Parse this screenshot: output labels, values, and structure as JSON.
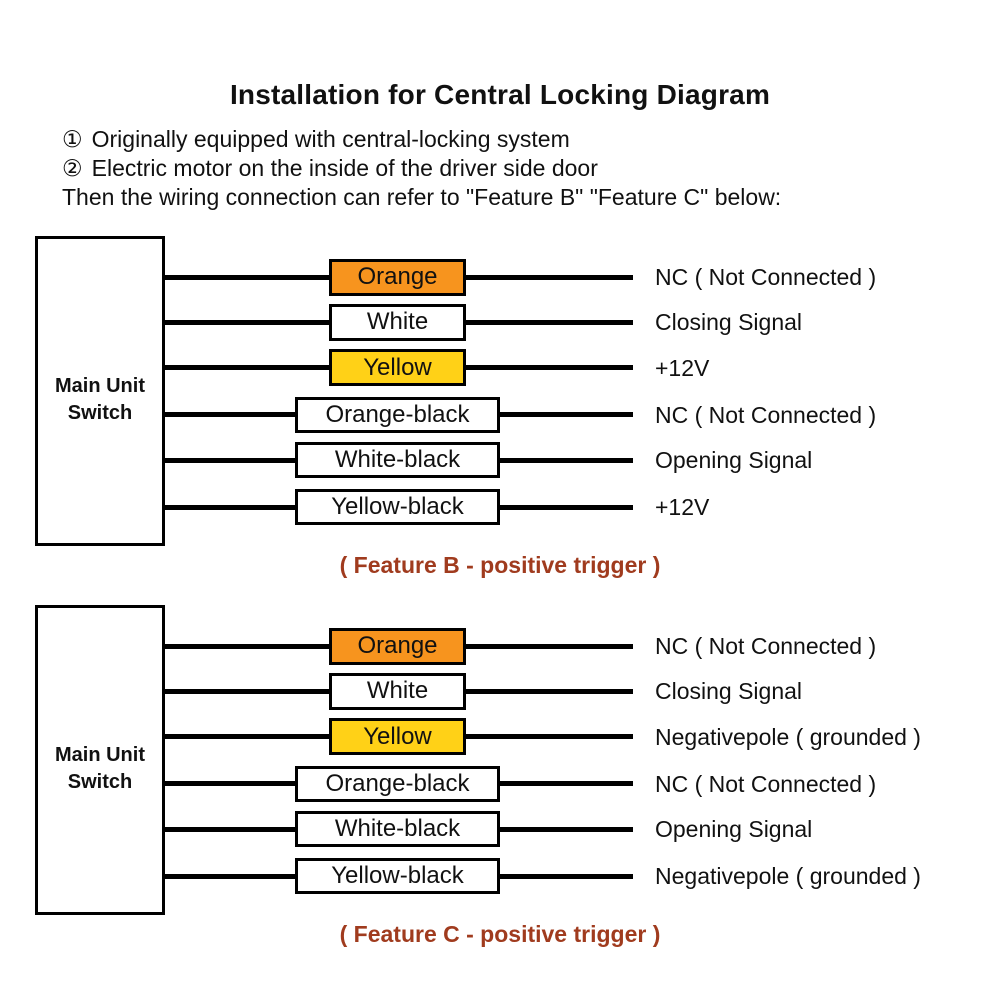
{
  "title": "Installation for Central Locking Diagram",
  "notes": [
    {
      "bullet": "①",
      "text": "Originally equipped with central-locking system"
    },
    {
      "bullet": "②",
      "text": "Electric motor on the inside of the driver side door"
    }
  ],
  "note_footer": "Then the wiring connection can refer to \"Feature B\" \"Feature C\" below:",
  "colors": {
    "orange": "#F7941E",
    "yellow": "#FFD117",
    "white": "#FFFFFF",
    "wire": "#000000",
    "caption": "#A03B1E"
  },
  "sections": [
    {
      "id": "feature-b",
      "source_label_lines": [
        "Main Unit",
        "Switch"
      ],
      "caption": "( Feature B - positive trigger )",
      "rows": [
        {
          "wire": "Orange",
          "fill": "#F7941E",
          "desc": "NC ( Not Connected )"
        },
        {
          "wire": "White",
          "fill": "#FFFFFF",
          "desc": "Closing Signal"
        },
        {
          "wire": "Yellow",
          "fill": "#FFD117",
          "desc": "+12V"
        },
        {
          "wire": "Orange-black",
          "fill": "#FFFFFF",
          "desc": "NC ( Not Connected )"
        },
        {
          "wire": "White-black",
          "fill": "#FFFFFF",
          "desc": "Opening Signal"
        },
        {
          "wire": "Yellow-black",
          "fill": "#FFFFFF",
          "desc": "+12V"
        }
      ]
    },
    {
      "id": "feature-c",
      "source_label_lines": [
        "Main Unit",
        "Switch"
      ],
      "caption": "( Feature C - positive trigger )",
      "rows": [
        {
          "wire": "Orange",
          "fill": "#F7941E",
          "desc": "NC ( Not Connected )"
        },
        {
          "wire": "White",
          "fill": "#FFFFFF",
          "desc": "Closing Signal"
        },
        {
          "wire": "Yellow",
          "fill": "#FFD117",
          "desc": "Negativepole ( grounded )"
        },
        {
          "wire": "Orange-black",
          "fill": "#FFFFFF",
          "desc": "NC ( Not Connected )"
        },
        {
          "wire": "White-black",
          "fill": "#FFFFFF",
          "desc": "Opening Signal"
        },
        {
          "wire": "Yellow-black",
          "fill": "#FFFFFF",
          "desc": "Negativepole ( grounded )"
        }
      ]
    }
  ]
}
